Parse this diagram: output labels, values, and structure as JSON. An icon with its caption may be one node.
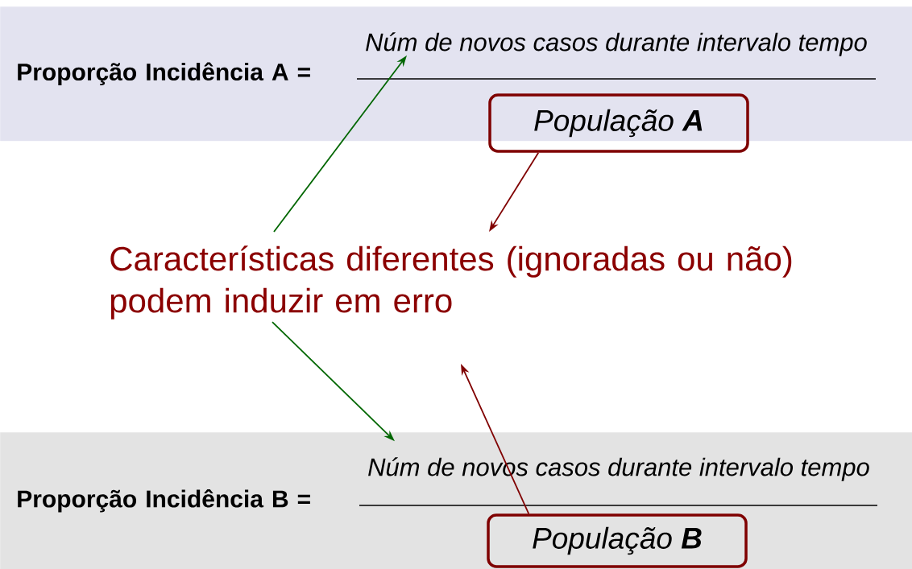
{
  "diagram": {
    "nodes": [
      {
        "text": [
          "Proporção Incidência A ="
        ]
      },
      {
        "text": [
          "Núm de novos casos durante intervalo tempo"
        ],
        "in": 0
      },
      {
        "text": [
          "População **A**"
        ],
        "in": 0
      },
      {
        "text": [
          "Características diferentes (ignoradas ou não) podem induzir em erro"
        ]
      },
      {
        "text": [
          "Proporção Incidência B ="
        ]
      },
      {
        "text": [
          "Núm de novos casos durante intervalo tempo"
        ],
        "in": 4
      },
      {
        "text": [
          "População **B**"
        ],
        "in": 4
      }
    ],
    "edges": [
      {
        "from": 3,
        "to": 1,
        "arrow": "to",
        "color": "#006600"
      },
      {
        "from": 2,
        "to": 3,
        "arrow": "to",
        "color": "#800000"
      },
      {
        "from": 3,
        "to": 5,
        "arrow": "to",
        "color": "#006600"
      },
      {
        "from": 6,
        "to": 3,
        "arrow": "to",
        "color": "#800000"
      }
    ]
  }
}
